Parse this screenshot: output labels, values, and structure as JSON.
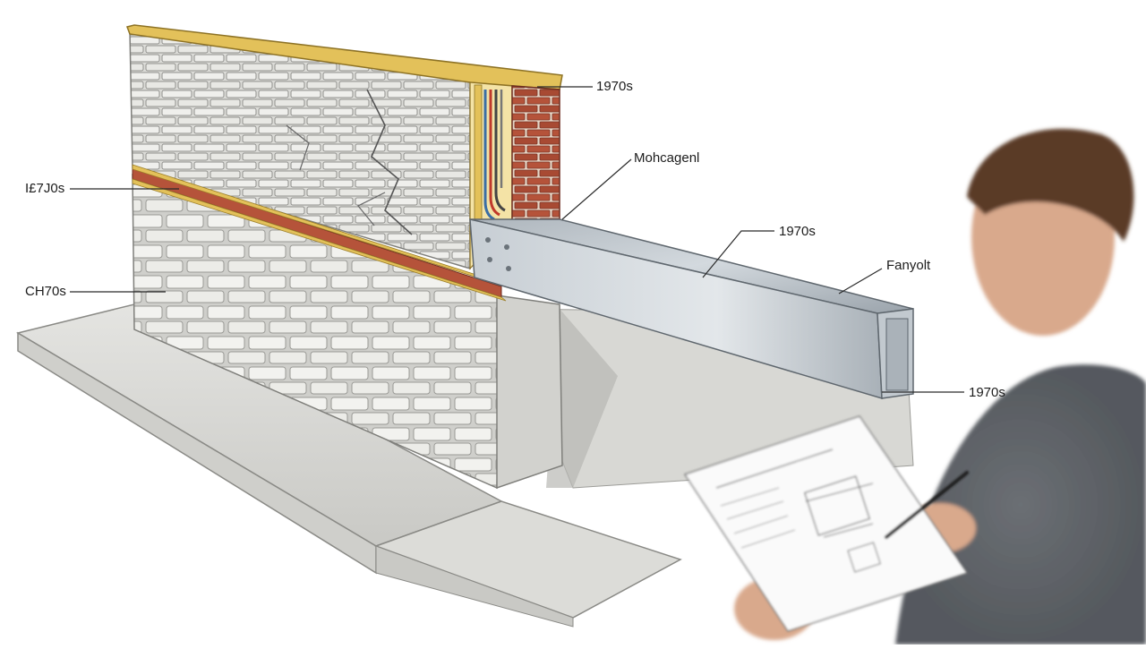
{
  "labels": {
    "top_right": "1970s",
    "left_upper": "I£7J0s",
    "left_lower": "CH70s",
    "beam_label": "Mohcagenl",
    "beam_mid": "1970s",
    "beam_end": "Fanyolt",
    "beam_bottom": "1970s"
  },
  "colors": {
    "beam_steel": "#b9c1c8",
    "red_brick": "#b5533a",
    "timber_plate": "#e3c15a",
    "concrete": "#d9d9d6",
    "stone_block": "#ecece8",
    "jacket": "#5f6368"
  }
}
